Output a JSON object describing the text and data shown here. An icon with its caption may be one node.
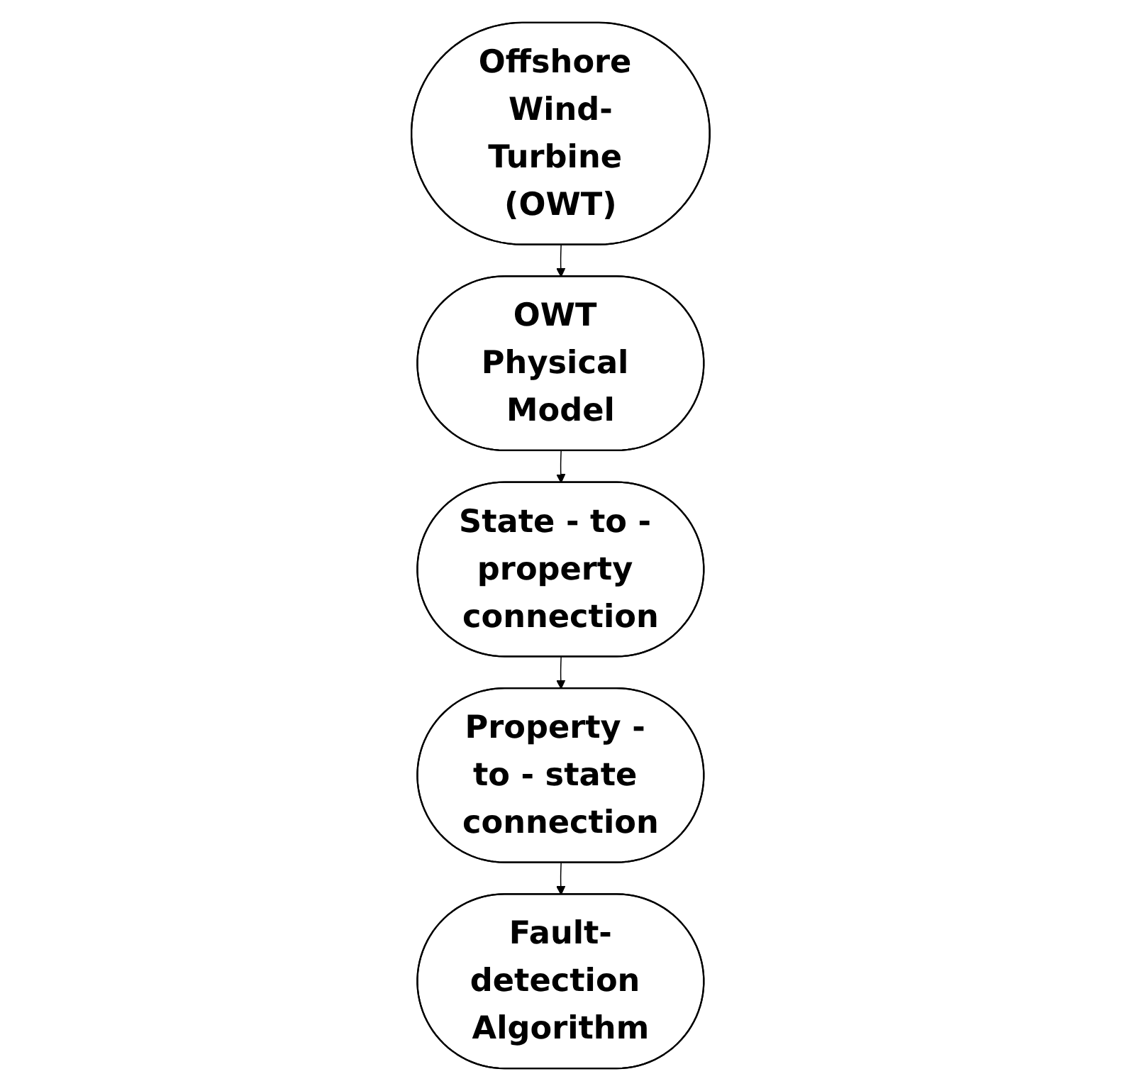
{
  "diagram": {
    "nodes": [
      {
        "text": [
          "Offshore Wind-Turbine (OWT)"
        ]
      },
      {
        "text": [
          "OWT Physical Model"
        ]
      },
      {
        "text": [
          "State - to - property connection"
        ]
      },
      {
        "text": [
          "Property - to - state connection"
        ]
      },
      {
        "text": [
          "Fault-detection Algorithm"
        ]
      }
    ],
    "edges": [
      {
        "from": 0,
        "to": 1,
        "arrow": "to"
      },
      {
        "from": 1,
        "to": 2,
        "arrow": "to"
      },
      {
        "from": 2,
        "to": 3,
        "arrow": "to"
      },
      {
        "from": 3,
        "to": 4,
        "arrow": "to"
      }
    ]
  }
}
